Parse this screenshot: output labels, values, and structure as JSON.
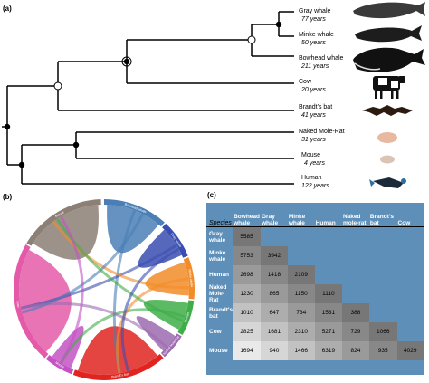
{
  "panels": {
    "a": "(a)",
    "b": "(b)",
    "c": "(c)"
  },
  "tree": {
    "species": [
      {
        "name": "Gray whale",
        "age": "77 years",
        "icon": "gray-whale-image"
      },
      {
        "name": "Minke whale",
        "age": "50 years",
        "icon": "minke-whale-image"
      },
      {
        "name": "Bowhead whale",
        "age": "211 years",
        "icon": "bowhead-whale-image"
      },
      {
        "name": "Cow",
        "age": "20 years",
        "icon": "cow-image"
      },
      {
        "name": "Brandt's bat",
        "age": "41 years",
        "icon": "bat-image"
      },
      {
        "name": "Naked Mole-Rat",
        "age": "31 years",
        "icon": "mole-rat-image"
      },
      {
        "name": "Mouse",
        "age": "4 years",
        "icon": "mouse-image"
      },
      {
        "name": "Human",
        "age": "122 years",
        "icon": "diver-image"
      }
    ]
  },
  "chord": {
    "segments": [
      {
        "label": "Bowhead whale",
        "color": "#4a7fb5"
      },
      {
        "label": "Gray whale",
        "color": "#3a4db0"
      },
      {
        "label": "Minke whale",
        "color": "#f28c28"
      },
      {
        "label": "Human",
        "color": "#3fae49"
      },
      {
        "label": "Naked Mole-Rat",
        "color": "#9c6bb0"
      },
      {
        "label": "Brandt's bat",
        "color": "#e0241f"
      },
      {
        "label": "Mouse",
        "color": "#c452c4"
      },
      {
        "label": "Cow",
        "color": "#e45aa8"
      },
      {
        "label": "Mouse",
        "color": "#8c7f76"
      }
    ]
  },
  "matrix": {
    "corner": "Species",
    "columns": [
      "Bowhead whale",
      "Gray whale",
      "Minke whale",
      "Human",
      "Naked mole-rat",
      "Brandt's bat",
      "Cow"
    ],
    "rows": [
      {
        "label": "Gray whale",
        "values": [
          "5585"
        ]
      },
      {
        "label": "Minke whale",
        "values": [
          "5753",
          "3942"
        ]
      },
      {
        "label": "Human",
        "values": [
          "2698",
          "1418",
          "2109"
        ]
      },
      {
        "label": "Naked Mole-Rat",
        "values": [
          "1230",
          "865",
          "1150",
          "1110"
        ]
      },
      {
        "label": "Brandt's bat",
        "values": [
          "1010",
          "647",
          "734",
          "1531",
          "388"
        ]
      },
      {
        "label": "Cow",
        "values": [
          "2825",
          "1681",
          "2310",
          "5271",
          "729",
          "1066"
        ]
      },
      {
        "label": "Mouse",
        "values": [
          "1694",
          "940",
          "1466",
          "6319",
          "824",
          "935",
          "4029"
        ]
      }
    ]
  }
}
